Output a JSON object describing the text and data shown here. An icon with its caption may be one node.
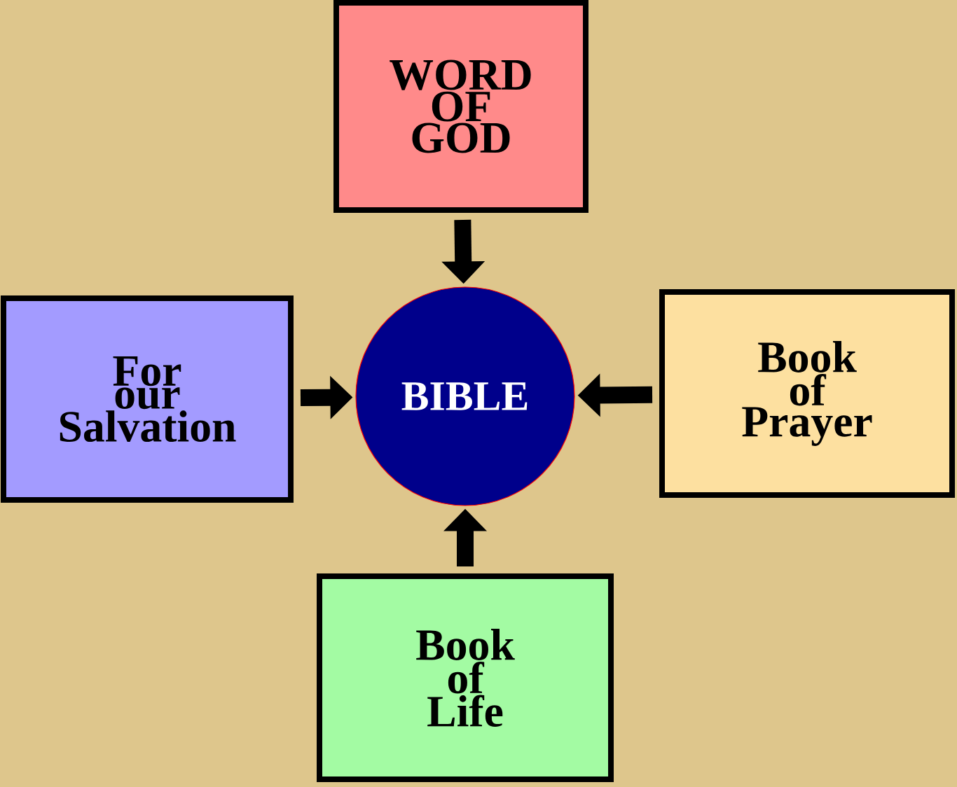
{
  "diagram": {
    "nodes": [
      {
        "text": [
          "WORD OF GOD"
        ]
      },
      {
        "text": [
          "For our Salvation"
        ]
      },
      {
        "text": [
          "BIBLE"
        ]
      },
      {
        "text": [
          "Book of Prayer"
        ]
      },
      {
        "text": [
          "Book of Life"
        ]
      }
    ],
    "edges": [
      {
        "from": 0,
        "to": 2,
        "arrow": "to"
      },
      {
        "from": 1,
        "to": 2,
        "arrow": "to"
      },
      {
        "from": 3,
        "to": 2,
        "arrow": "to"
      },
      {
        "from": 4,
        "to": 2,
        "arrow": "to"
      }
    ]
  }
}
